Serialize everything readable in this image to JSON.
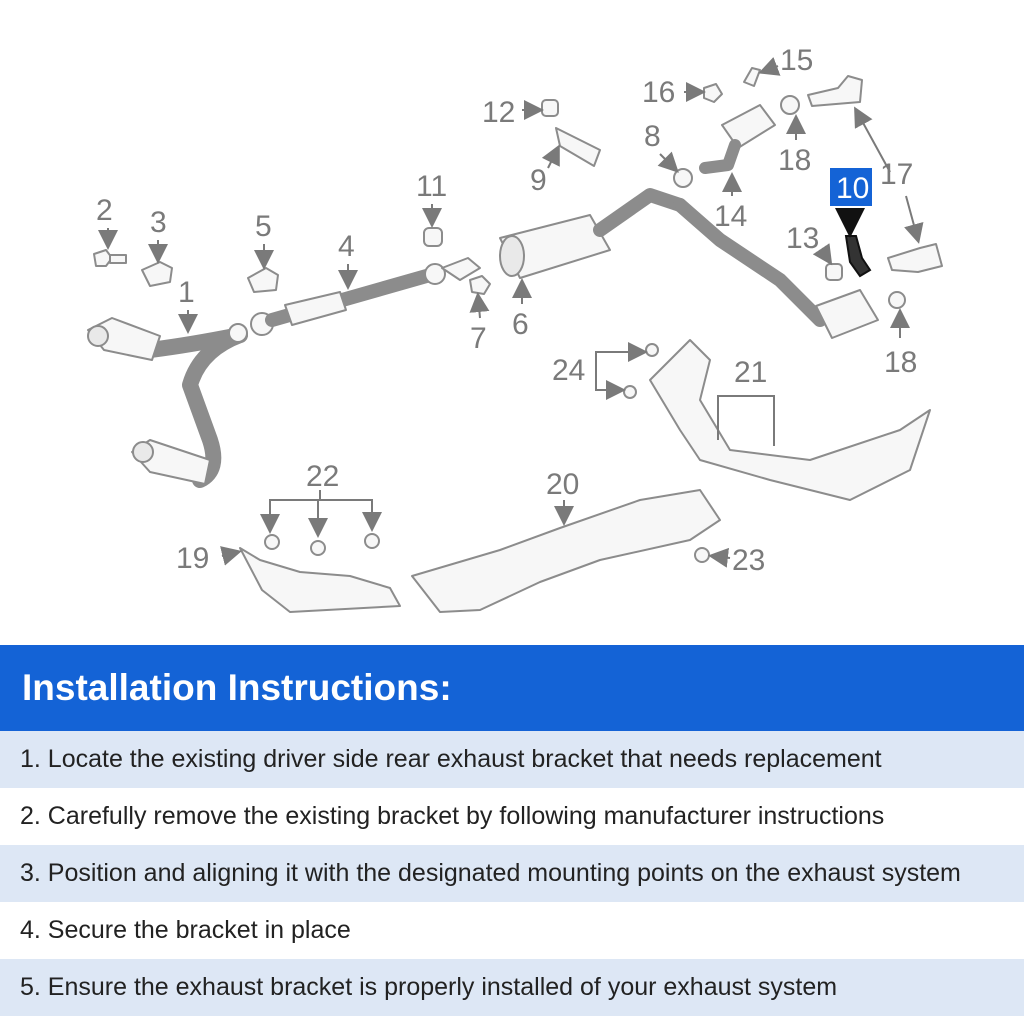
{
  "diagram": {
    "callouts": {
      "c1": "1",
      "c2": "2",
      "c3": "3",
      "c4": "4",
      "c5": "5",
      "c6": "6",
      "c7": "7",
      "c8": "8",
      "c9": "9",
      "c10": "10",
      "c11": "11",
      "c12": "12",
      "c13": "13",
      "c14": "14",
      "c15": "15",
      "c16": "16",
      "c17": "17",
      "c18a": "18",
      "c18b": "18",
      "c19": "19",
      "c20": "20",
      "c21": "21",
      "c22": "22",
      "c23": "23",
      "c24": "24"
    },
    "highlight_color": "#1463d6"
  },
  "instructions": {
    "title": "Installation Instructions:",
    "header_color": "#1463d6",
    "row_shade_color": "#dde7f5",
    "steps": [
      "1. Locate the existing driver side rear exhaust bracket that needs replacement",
      "2. Carefully remove the existing bracket by following manufacturer instructions",
      "3. Position and aligning it with the designated mounting points on the exhaust system",
      "4. Secure the bracket in place",
      "5. Ensure the exhaust bracket is properly installed of your exhaust system"
    ]
  }
}
